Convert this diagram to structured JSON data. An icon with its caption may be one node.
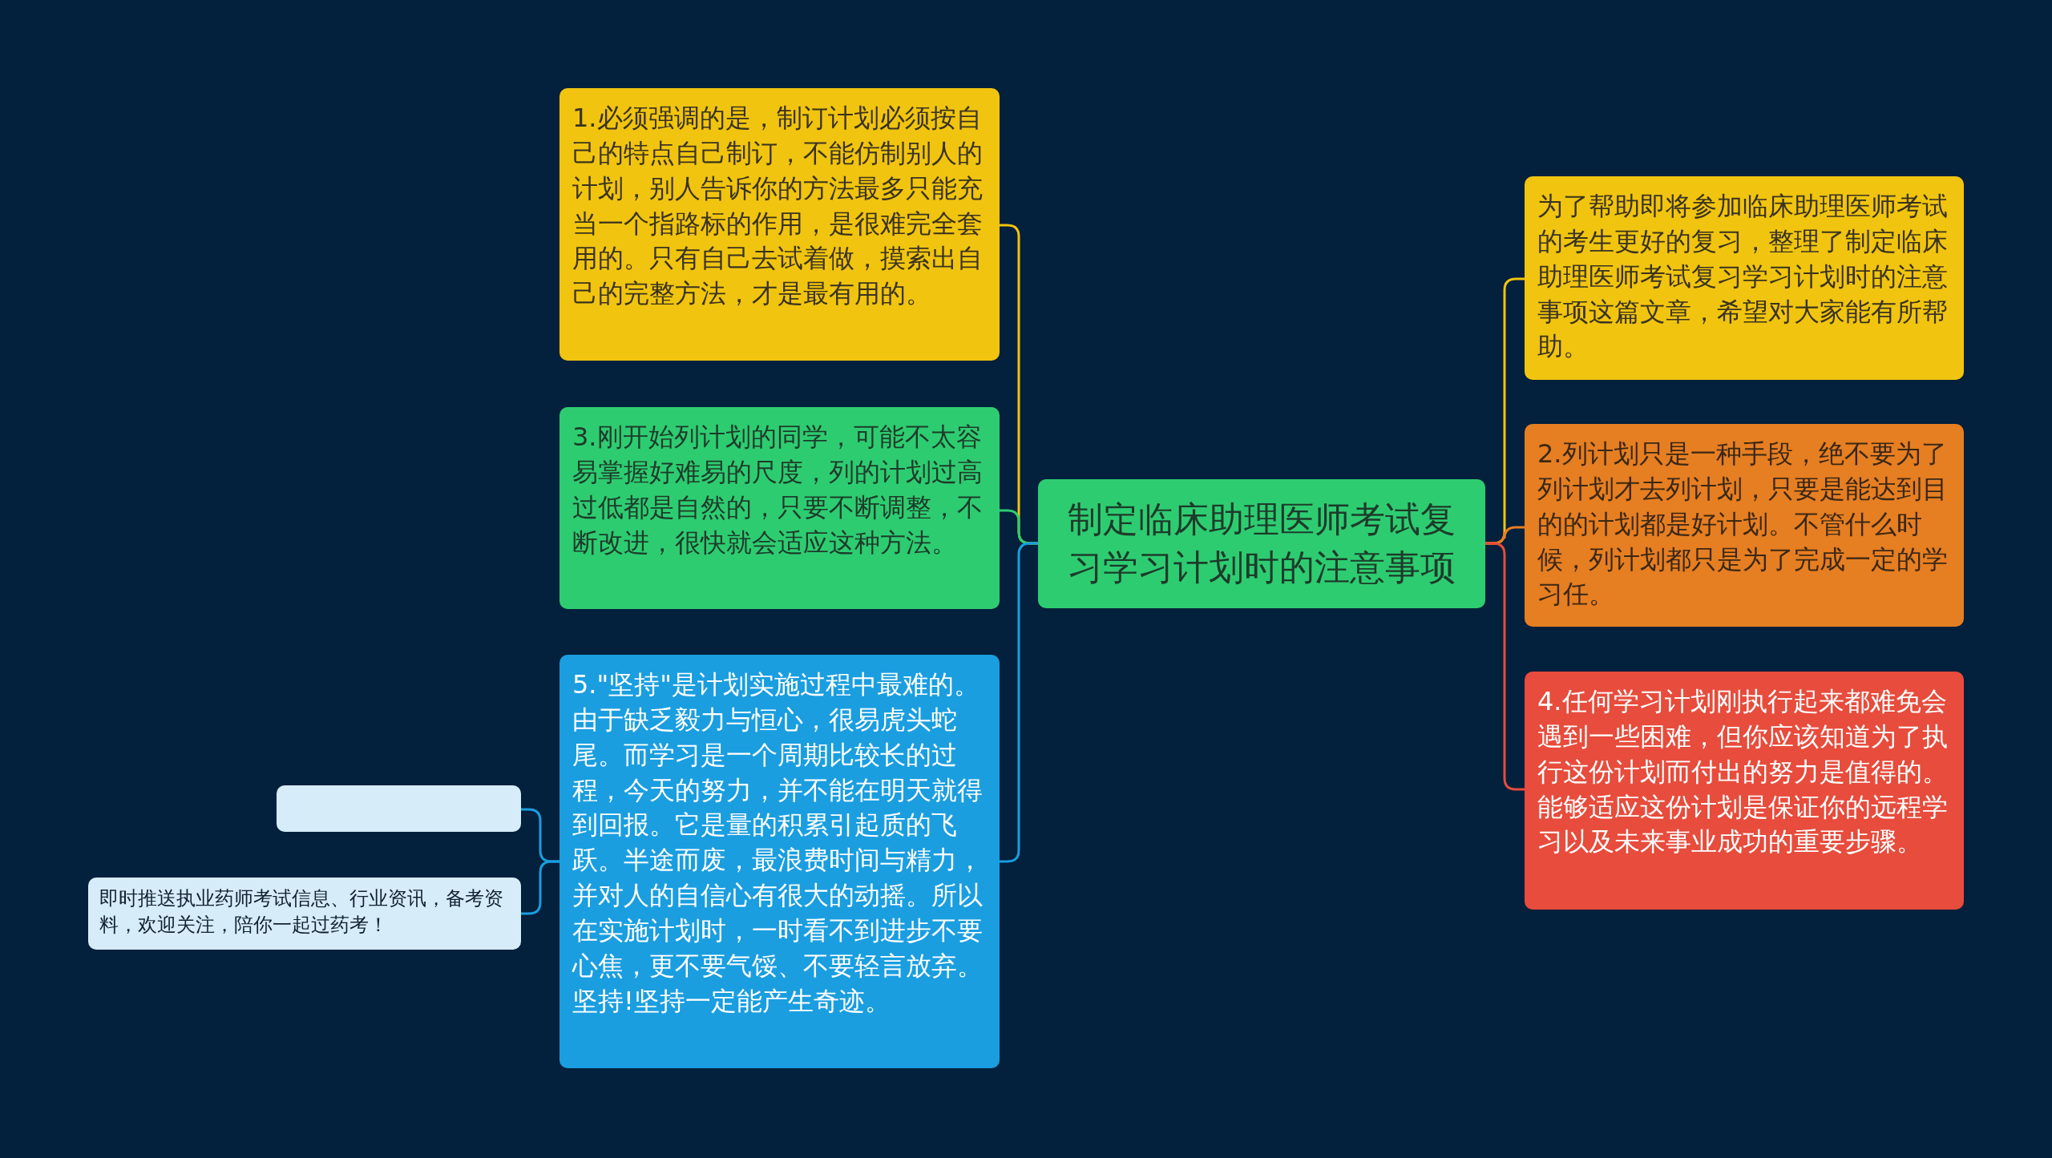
{
  "diagram": {
    "nodes": [
      {
        "text": [
          "制定临床助理医师考试复习学习计划时的注意事项"
        ]
      },
      {
        "text": [
          "1.必须强调的是，制订计划必须按自己的特点自己制订，不能仿制别人的计划，别人告诉你的方法最多只能充当一个指路标的作用，是很难完全套用的。只有自己去试着做，摸索出自己的完整方法，才是最有用的。"
        ]
      },
      {
        "text": [
          "3.刚开始列计划的同学，可能不太容易掌握好难易的尺度，列的计划过高过低都是自然的，只要不断调整，不断改进，很快就会适应这种方法。"
        ]
      },
      {
        "text": [
          "5.\"坚持\"是计划实施过程中最难的。由于缺乏毅力与恒心，很易虎头蛇尾。而学习是一个周期比较长的过程，今天的努力，并不能在明天就得到回报。它是量的积累引起质的飞跃。半途而废，最浪费时间与精力，并对人的自信心有很大的动摇。所以在实施计划时，一时看不到进步不要心焦，更不要气馁、不要轻言放弃。坚持!坚持一定能产生奇迹。"
        ]
      },
      {
        "text": [],
        "shape": "box"
      },
      {
        "text": [
          "即时推送执业药师考试信息、行业资讯，备考资料，欢迎关注，陪你一起过药考！"
        ]
      },
      {
        "text": [
          "为了帮助即将参加临床助理医师考试的考生更好的复习，整理了制定临床助理医师考试复习学习计划时的注意事项这篇文章，希望对大家能有所帮助。"
        ]
      },
      {
        "text": [
          "2.列计划只是一种手段，绝不要为了列计划才去列计划，只要是能达到目的的计划都是好计划。不管什么时候，列计划都只是为了完成一定的学习任。"
        ]
      },
      {
        "text": [
          "4.任何学习计划刚执行起来都难免会遇到一些困难，但你应该知道为了执行这份计划而付出的努力是值得的。能够适应这份计划是保证你的远程学习以及未来事业成功的重要步骤。"
        ]
      }
    ],
    "edges": [
      {
        "from": 0,
        "to": 1,
        "arrow": "none",
        "color": "#f1c40f"
      },
      {
        "from": 0,
        "to": 2,
        "arrow": "none",
        "color": "#2ecc71"
      },
      {
        "from": 0,
        "to": 3,
        "arrow": "none",
        "color": "#1a9ee0"
      },
      {
        "from": 3,
        "to": 4,
        "arrow": "none",
        "color": "#1a9ee0"
      },
      {
        "from": 3,
        "to": 5,
        "arrow": "none",
        "color": "#1a9ee0"
      },
      {
        "from": 0,
        "to": 6,
        "arrow": "none",
        "color": "#f1c40f"
      },
      {
        "from": 0,
        "to": 7,
        "arrow": "none",
        "color": "#e67e22"
      },
      {
        "from": 0,
        "to": 8,
        "arrow": "none",
        "color": "#e74c3c"
      }
    ]
  }
}
